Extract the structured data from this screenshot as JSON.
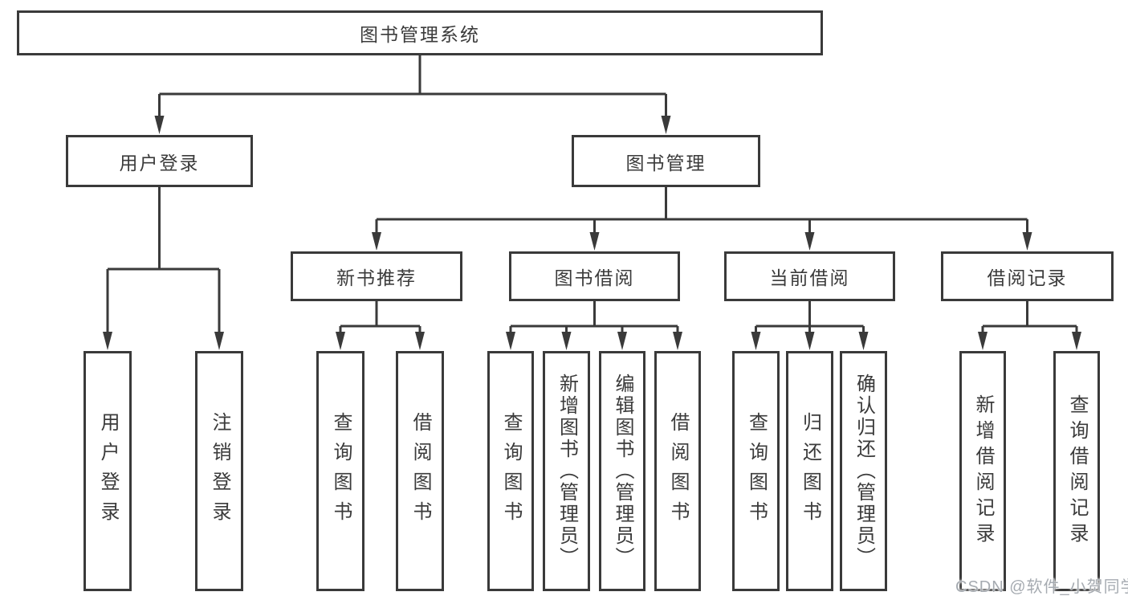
{
  "colors": {
    "ink": "#3a3a3a",
    "text": "#3b3b3b",
    "watermark_gray": "#a6abb1",
    "background": "#ffffff"
  },
  "watermark": {
    "text": "CSDN @软件_小贺同学"
  },
  "tree": {
    "root": {
      "label": "图书管理系统",
      "children": [
        {
          "label": "用户登录",
          "children": [
            {
              "label": "用户登录"
            },
            {
              "label": "注销登录"
            }
          ]
        },
        {
          "label": "图书管理",
          "children": [
            {
              "label": "新书推荐",
              "children": [
                {
                  "label": "查询图书"
                },
                {
                  "label": "借阅图书"
                }
              ]
            },
            {
              "label": "图书借阅",
              "children": [
                {
                  "label": "查询图书"
                },
                {
                  "label": "新增图书（管理员）"
                },
                {
                  "label": "编辑图书（管理员）"
                },
                {
                  "label": "借阅图书"
                }
              ]
            },
            {
              "label": "当前借阅",
              "children": [
                {
                  "label": "查询图书"
                },
                {
                  "label": "归还图书"
                },
                {
                  "label": "确认归还（管理员）"
                }
              ]
            },
            {
              "label": "借阅记录",
              "children": [
                {
                  "label": "新增借阅记录"
                },
                {
                  "label": "查询借阅记录"
                }
              ]
            }
          ]
        }
      ]
    }
  }
}
